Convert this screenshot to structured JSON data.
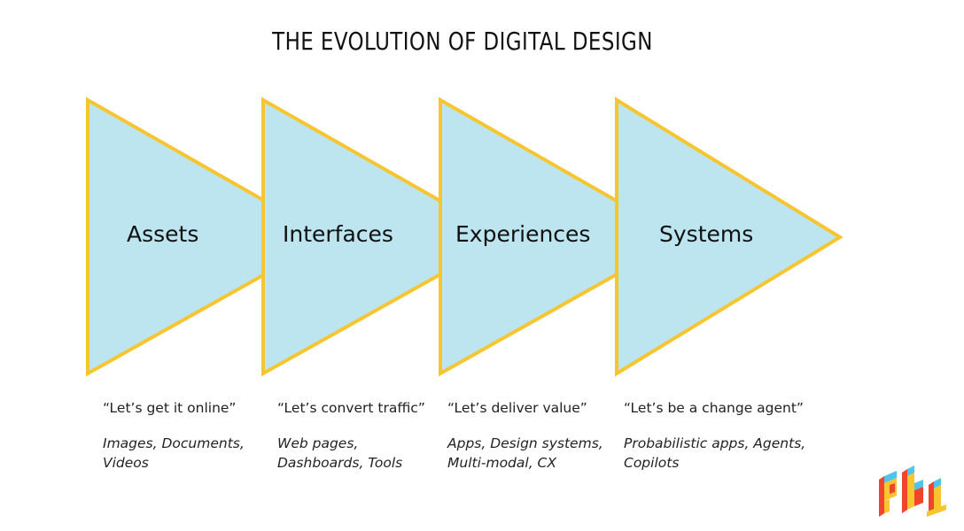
{
  "title": "THE EVOLUTION OF DIGITAL DESIGN",
  "colors": {
    "triangle_fill": "#BDE5F0",
    "triangle_stroke": "#F7C530",
    "text": "#111111",
    "logo_red": "#F0452B",
    "logo_yellow": "#F7C530",
    "logo_blue": "#4FC3E8"
  },
  "stages": [
    {
      "label": "Assets",
      "slogan": "“Let’s get it online”",
      "examples_line1": "Images, Documents,",
      "examples_line2": "Videos"
    },
    {
      "label": "Interfaces",
      "slogan": "“Let’s convert traffic”",
      "examples_line1": "Web pages,",
      "examples_line2": "Dashboards, Tools"
    },
    {
      "label": "Experiences",
      "slogan": "“Let’s deliver value”",
      "examples_line1": "Apps, Design systems,",
      "examples_line2": "Multi-modal, CX"
    },
    {
      "label": "Systems",
      "slogan": "“Let’s be a change agent”",
      "examples_line1": "Probabilistic apps, Agents,",
      "examples_line2": "Copilots"
    }
  ],
  "logo": {
    "icon": "phi-blocks-logo"
  }
}
